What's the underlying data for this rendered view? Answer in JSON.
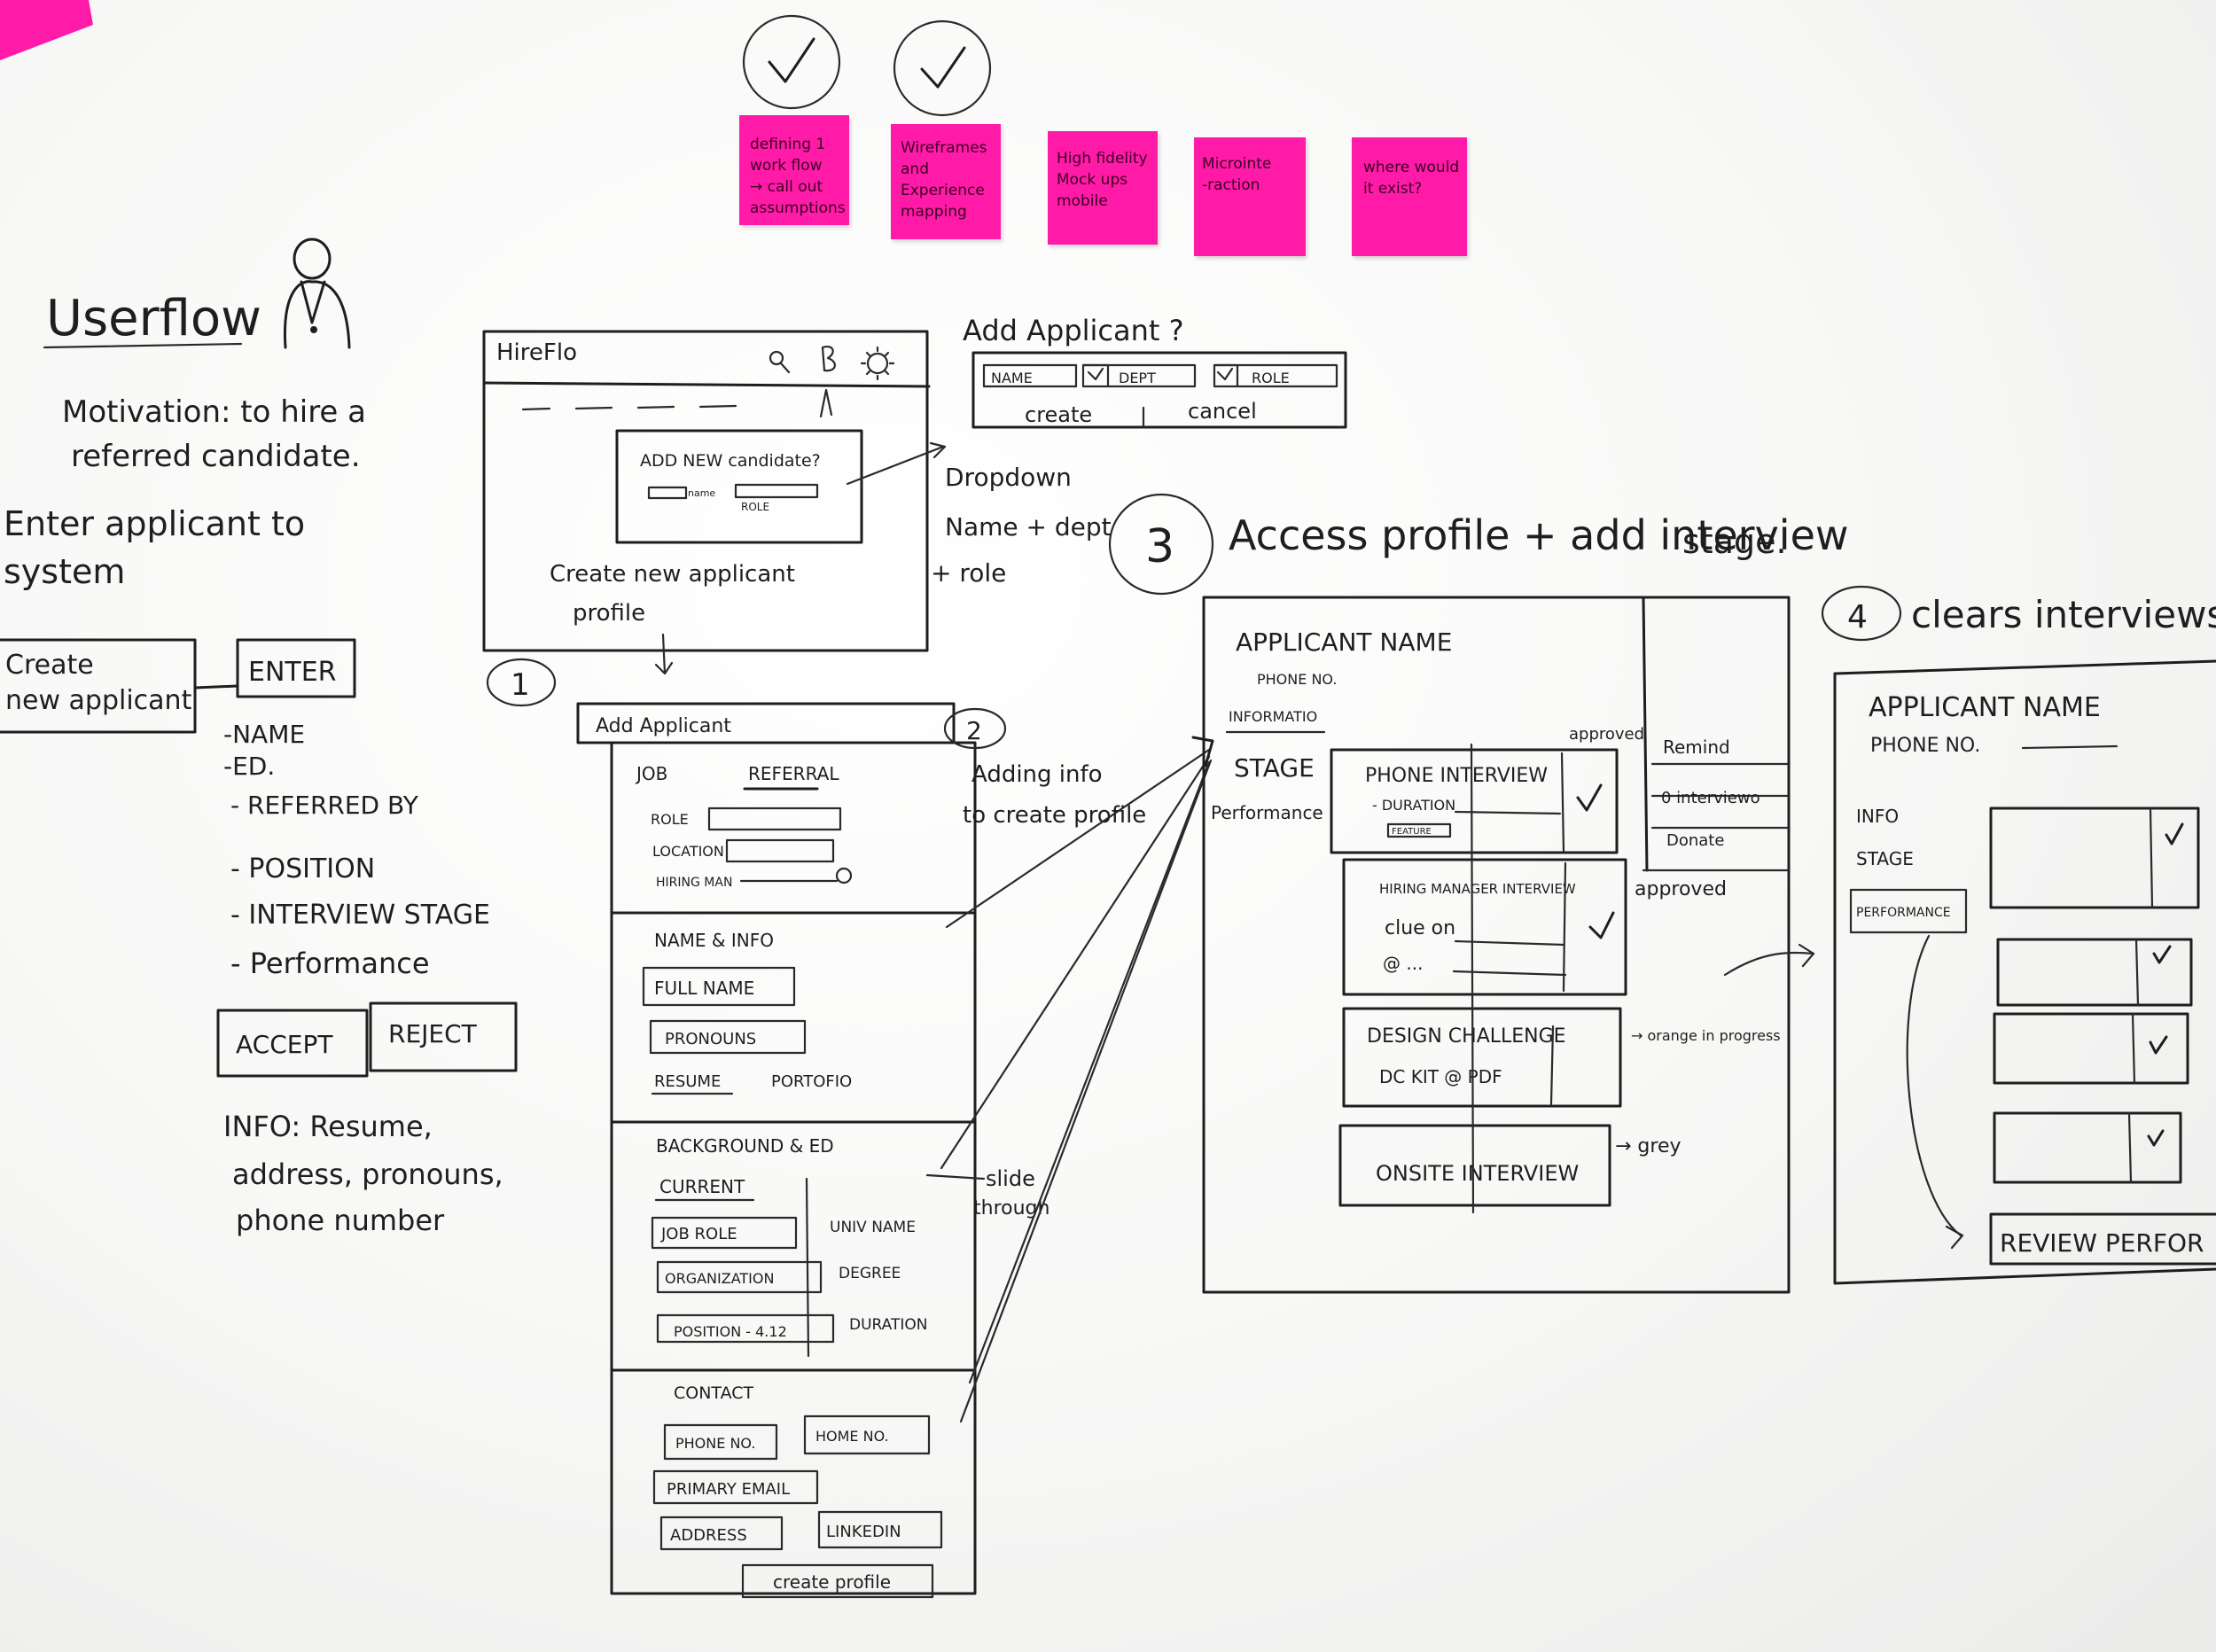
{
  "colors": {
    "sticky": "#ff1aa8",
    "ink": "#1e1e1e",
    "board": "#f7f7f6"
  },
  "stickies": [
    {
      "lines": [
        "defining 1",
        "work flow",
        "→ call out",
        "assumptions"
      ],
      "checked": true
    },
    {
      "lines": [
        "Wireframes",
        "and",
        "Experience",
        "mapping"
      ],
      "checked": true
    },
    {
      "lines": [
        "High fidelity",
        "Mock ups",
        "mobile"
      ],
      "checked": false
    },
    {
      "lines": [
        "Microinte",
        "-raction"
      ],
      "checked": false
    },
    {
      "lines": [
        "where would",
        "it exist?"
      ],
      "checked": false
    }
  ],
  "userflow": {
    "title": "Userflow",
    "motivation": [
      "Motivation: to hire a",
      "referred candidate."
    ],
    "enter": [
      "Enter applicant to",
      "system"
    ],
    "create_box": [
      "Create",
      "new applicant"
    ],
    "enter_box": "ENTER",
    "fields": [
      "-NAME",
      "-ED.",
      "- REFERRED BY",
      "- POSITION",
      "- INTERVIEW STAGE",
      "- Performance"
    ],
    "accept": "ACCEPT",
    "reject": "REJECT",
    "info": [
      "INFO: Resume,",
      "address, pronouns,",
      "phone number"
    ]
  },
  "screen1": {
    "app_title": "HireFlo",
    "modal_title": "ADD NEW candidate?",
    "modal_name": "name",
    "modal_role": "ROLE",
    "caption": [
      "Create new applicant",
      "profile"
    ],
    "step": "1"
  },
  "add_applicant_popup": {
    "title": "Add Applicant ?",
    "name": "NAME",
    "dept": "DEPT",
    "role": "ROLE",
    "create": "create",
    "cancel": "cancel"
  },
  "dropdown_note": [
    "Dropdown",
    "Name + dept",
    "+ role"
  ],
  "form": {
    "title": "Add Applicant",
    "tab_job": "JOB",
    "tab_referral": "REFERRAL",
    "role": "ROLE",
    "location": "LOCATION",
    "hiring_man": "HIRING MAN",
    "name_info": "NAME & INFO",
    "full_name": "FULL NAME",
    "pronouns": "PRONOUNS",
    "resume": "RESUME",
    "portfolio": "PORTOFIO",
    "background": "BACKGROUND & ED",
    "current": "CURRENT",
    "job_role": "JOB ROLE",
    "organization": "ORGANIZATION",
    "position": "POSITION - 4.12",
    "univ_name": "UNIV NAME",
    "degree": "DEGREE",
    "duration": "DURATION",
    "contact": "CONTACT",
    "phone": "PHONE NO.",
    "home": "HOME NO.",
    "email": "PRIMARY EMAIL",
    "address": "ADDRESS",
    "linkedin": "LINKEDIN",
    "create_profile": "create profile",
    "step": "2",
    "note": [
      "Adding info",
      "to create profile"
    ],
    "slide_note": [
      "slide",
      "through"
    ]
  },
  "step3": {
    "number": "3",
    "title": [
      "Access profile + add interview",
      "stage."
    ],
    "applicant_name": "APPLICANT NAME",
    "phone": "PHONE NO.",
    "nav": [
      "INFORMATIO",
      "STAGE",
      "Performance"
    ],
    "cards": [
      {
        "title": "PHONE INTERVIEW",
        "lines": [
          "- DURATION"
        ],
        "badge": "FEATURE",
        "note": "approved"
      },
      {
        "title": "HIRING MANAGER INTERVIEW",
        "lines": [
          "clue on",
          "@ ... "
        ],
        "note": "approved"
      },
      {
        "title": "DESIGN CHALLENGE",
        "lines": [
          "DC KIT @ PDF"
        ],
        "note": "→ orange in progress"
      },
      {
        "title": "ONSITE INTERVIEW",
        "lines": [],
        "note": "→ grey"
      }
    ],
    "side_menu": [
      "Remind",
      "0 interviewo",
      "Donate"
    ]
  },
  "step4": {
    "number": "4",
    "title": "clears interviews",
    "applicant_name": "APPLICANT NAME",
    "phone": "PHONE NO.",
    "nav": [
      "INFO",
      "STAGE",
      "PERFORMANCE"
    ],
    "review": "REVIEW PERFOR"
  }
}
